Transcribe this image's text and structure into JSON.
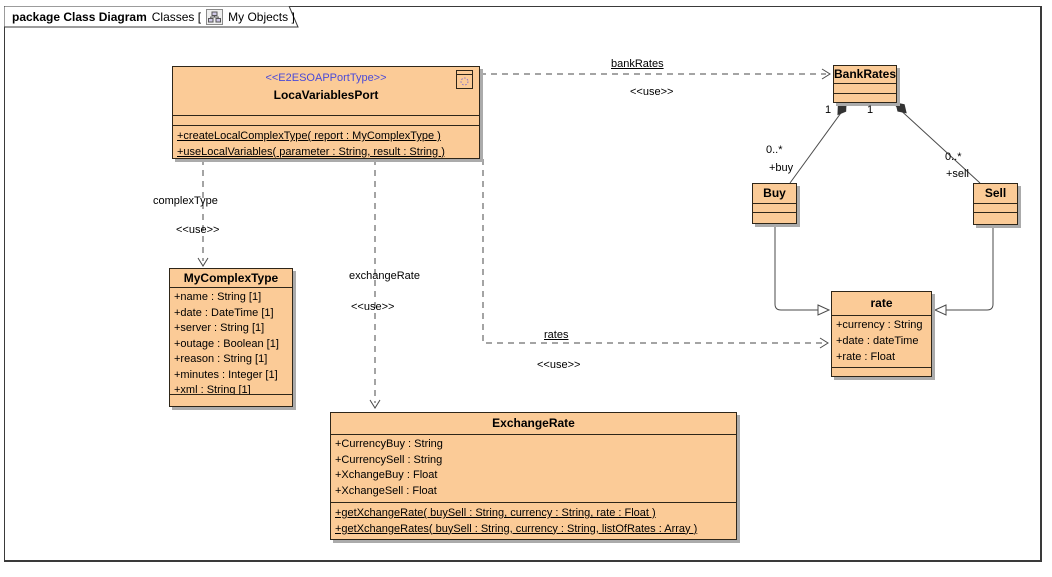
{
  "frame": {
    "tab_bold": "package Class Diagram",
    "tab_context": "Classes [",
    "tab_object": "My Objects ]"
  },
  "classes": {
    "loca_variables_port": {
      "stereotype": "<<E2ESOAPPortType>>",
      "name": "LocaVariablesPort",
      "operations": [
        "+createLocalComplexType( report : MyComplexType )",
        "+useLocalVariables( parameter : String, result : String )"
      ]
    },
    "my_complex_type": {
      "name": "MyComplexType",
      "attributes": [
        "+name : String [1]",
        "+date : DateTime [1]",
        "+server : String [1]",
        "+outage : Boolean [1]",
        "+reason : String [1]",
        "+minutes : Integer [1]",
        "+xml : String [1]"
      ]
    },
    "exchange_rate": {
      "name": "ExchangeRate",
      "attributes": [
        "+CurrencyBuy : String",
        "+CurrencySell : String",
        "+XchangeBuy : Float",
        "+XchangeSell : Float"
      ],
      "operations": [
        "+getXchangeRate( buySell : String, currency : String, rate : Float )",
        "+getXchangeRates( buySell : String, currency : String, listOfRates : Array )"
      ]
    },
    "bank_rates": {
      "name": "BankRates"
    },
    "buy": {
      "name": "Buy"
    },
    "sell": {
      "name": "Sell"
    },
    "rate": {
      "name": "rate",
      "attributes": [
        "+currency : String",
        "+date : dateTime",
        "+rate : Float"
      ]
    }
  },
  "dependencies": {
    "bank_rates": {
      "name": "bankRates",
      "stereotype": "<<use>>"
    },
    "complex_type": {
      "name": "complexType",
      "stereotype": "<<use>>"
    },
    "exchange_rate": {
      "name": "exchangeRate",
      "stereotype": "<<use>>"
    },
    "rates": {
      "name": "rates",
      "stereotype": "<<use>>"
    }
  },
  "associations": {
    "bank_buy": {
      "source_mult": "1",
      "target_mult": "0..*",
      "target_role": "+buy"
    },
    "bank_sell": {
      "source_mult": "1",
      "target_mult": "0..*",
      "target_role": "+sell"
    }
  },
  "colors": {
    "class_fill": "#FBCB97",
    "class_border": "#2E2619",
    "stereotype_text": "#4A4AD8",
    "shadow": "#ABABAB",
    "line": "#4A4A4A"
  }
}
